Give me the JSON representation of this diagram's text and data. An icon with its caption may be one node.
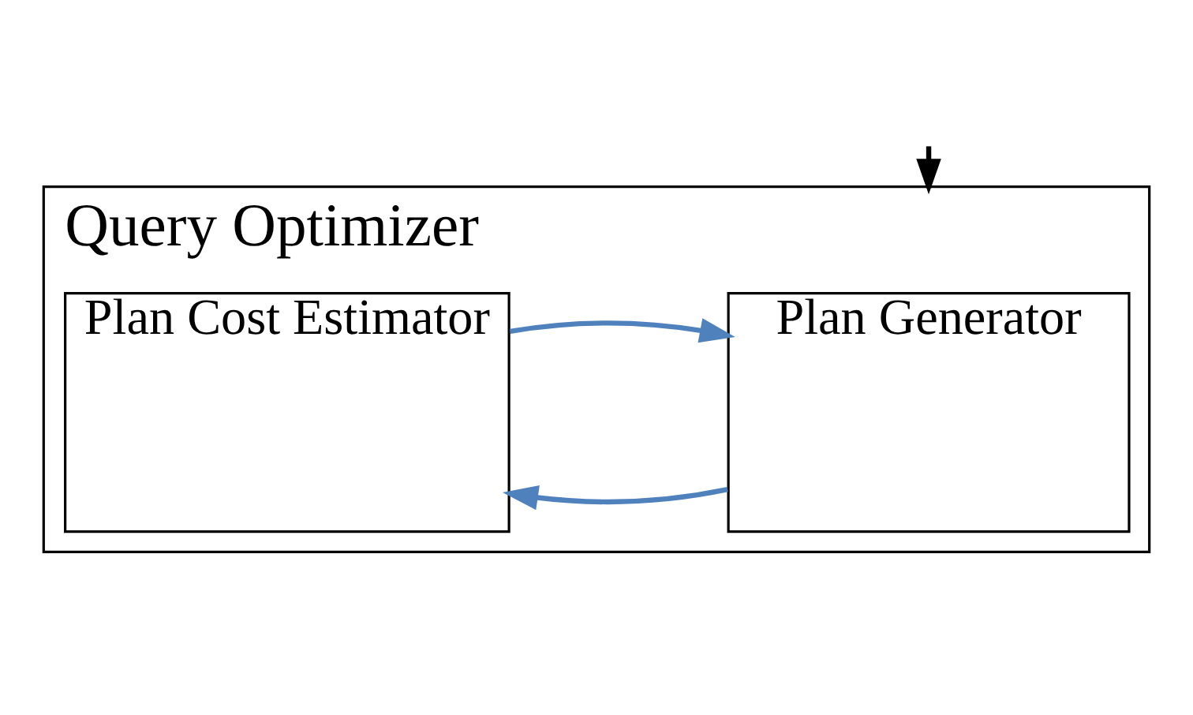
{
  "diagram": {
    "nodes": [
      {
        "text": [
          "Query Optimizer"
        ]
      },
      {
        "text": [
          "Plan Generator"
        ],
        "in": 0
      },
      {
        "text": [
          "Plan Cost Estimator"
        ],
        "in": 0
      }
    ],
    "edges": [
      {
        "from": null,
        "to": 0,
        "arrow": "to",
        "color": "#000000"
      },
      {
        "from": 1,
        "to": 2,
        "arrow": "to",
        "color": "#4f81bd"
      },
      {
        "from": 2,
        "to": 1,
        "arrow": "to",
        "color": "#4f81bd"
      }
    ]
  }
}
